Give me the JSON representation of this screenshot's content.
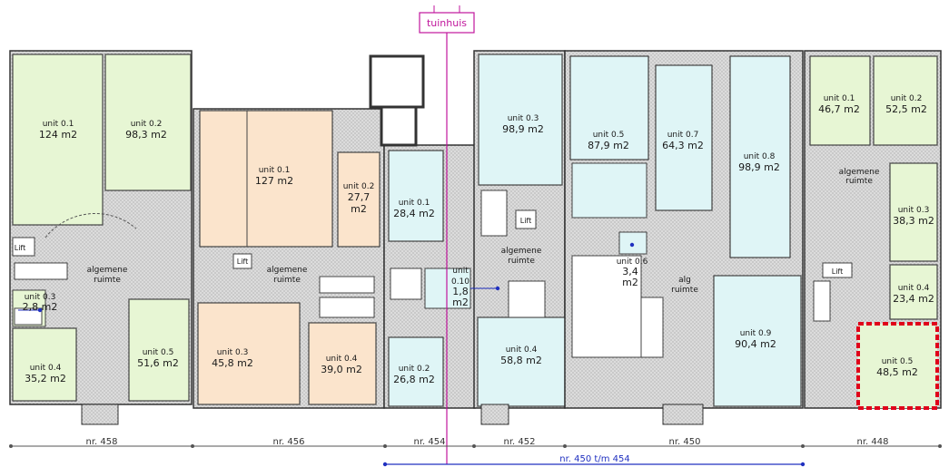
{
  "header": {
    "tag": "tuinhuis"
  },
  "colors": {
    "green": "#e7f6d4",
    "orange": "#fbe4cc",
    "cyan": "#dff5f6",
    "hatch": "#d2d2d2",
    "wall": "#3a3a3a",
    "magenta": "#c0169c",
    "blue": "#2030c0",
    "red": "#e0001a"
  },
  "rooms": {
    "b458_u01": {
      "unit": "unit 0.1",
      "area": "124 m2"
    },
    "b458_u02": {
      "unit": "unit 0.2",
      "area": "98,3 m2"
    },
    "b458_lift": {
      "label": "Lift"
    },
    "b458_alg1": "algemene",
    "b458_alg2": "ruimte",
    "b458_u03": {
      "unit": "unit 0.3",
      "area": "2,8 m2"
    },
    "b458_u04": {
      "unit": "unit 0.4",
      "area": "35,2 m2"
    },
    "b458_u05": {
      "unit": "unit 0.5",
      "area": "51,6 m2"
    },
    "b456_u01": {
      "unit": "unit 0.1",
      "area": "127 m2"
    },
    "b456_u02": {
      "unit": "unit 0.2",
      "area1": "27,7",
      "area2": "m2"
    },
    "b456_lift": {
      "label": "Lift"
    },
    "b456_alg1": "algemene",
    "b456_alg2": "ruimte",
    "b456_u03": {
      "unit": "unit 0.3",
      "area": "45,8 m2"
    },
    "b456_u04": {
      "unit": "unit 0.4",
      "area": "39,0 m2"
    },
    "b454_u01": {
      "unit": "unit 0.1",
      "area": "28,4 m2"
    },
    "b454_u02": {
      "unit": "unit 0.2",
      "area": "26,8 m2"
    },
    "b454_u010": {
      "unit1": "unit",
      "unit2": "0.10",
      "area1": "1,8",
      "area2": "m2"
    },
    "b452_u03": {
      "unit": "unit 0.3",
      "area": "98,9 m2"
    },
    "b452_lift": {
      "label": "Lift"
    },
    "b452_alg1": "algemene",
    "b452_alg2": "ruimte",
    "b452_u04": {
      "unit": "unit 0.4",
      "area": "58,8 m2"
    },
    "b450_u05": {
      "unit": "unit 0.5",
      "area": "87,9 m2"
    },
    "b450_u06": {
      "unit": "unit 0.6",
      "area1": "3,4",
      "area2": "m2"
    },
    "b450_u07": {
      "unit": "unit 0.7",
      "area": "64,3 m2"
    },
    "b450_u08": {
      "unit": "unit 0.8",
      "area": "98,9 m2"
    },
    "b450_u09": {
      "unit": "unit 0.9",
      "area": "90,4 m2"
    },
    "b450_alg1": "alg",
    "b450_alg2": "ruimte",
    "b448_u01": {
      "unit": "unit 0.1",
      "area": "46,7 m2"
    },
    "b448_u02": {
      "unit": "unit 0.2",
      "area": "52,5 m2"
    },
    "b448_alg1": "algemene",
    "b448_alg2": "ruimte",
    "b448_u03": {
      "unit": "unit 0.3",
      "area": "38,3 m2"
    },
    "b448_lift": {
      "label": "Lift"
    },
    "b448_u04": {
      "unit": "unit 0.4",
      "area": "23,4 m2"
    },
    "b448_u05": {
      "unit": "unit 0.5",
      "area": "48,5 m2"
    }
  },
  "addresses": [
    "nr. 458",
    "nr. 456",
    "nr. 454",
    "nr. 452",
    "nr. 450",
    "nr. 448"
  ],
  "range_label": "nr. 450 t/m 454"
}
